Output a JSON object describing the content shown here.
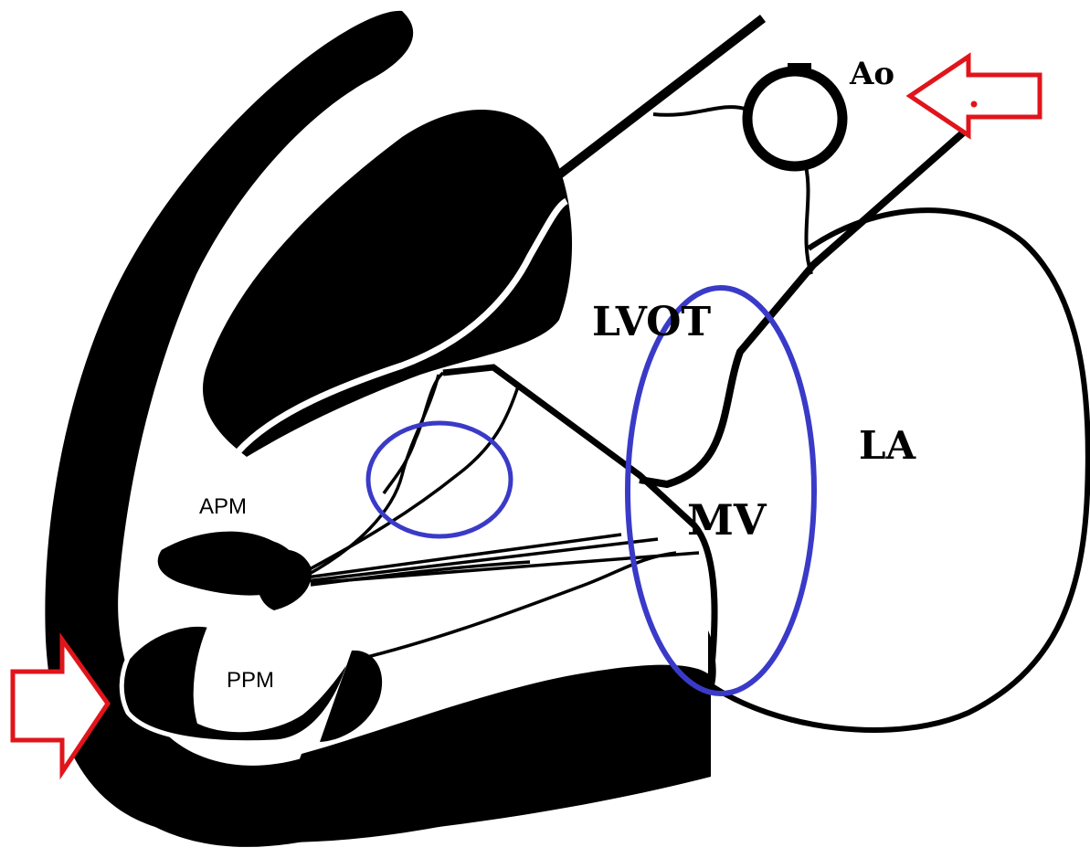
{
  "labels": {
    "ao": "Ao",
    "lvot": "LVOT",
    "la": "LA",
    "mv": "MV",
    "apm": "APM",
    "ppm": "PPM"
  },
  "colors": {
    "myocardium": "#000000",
    "outline": "#ffffff",
    "highlight_circles": "#3a3ac8",
    "arrows": "#e0151b",
    "background": "#ffffff"
  },
  "markers": {
    "arrows": [
      "arrow-top-right",
      "arrow-bottom-left"
    ],
    "highlights": [
      "chordae-circle",
      "mitral-valve-ellipse"
    ]
  }
}
